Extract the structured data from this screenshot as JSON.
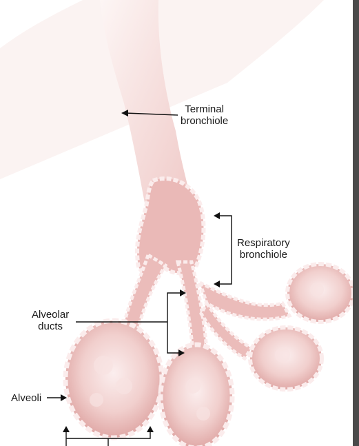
{
  "labels": {
    "terminal_bronchiole": "Terminal\nbronchiole",
    "respiratory_bronchiole": "Respiratory\nbronchiole",
    "alveolar_ducts": "Alveolar\nducts",
    "alveoli": "Alveoli"
  },
  "colors": {
    "tissue": "#f0c9c6",
    "tissue_dark": "#d99a98",
    "edge_light": "#faeceb",
    "frame": "#4a4a4a",
    "leader": "#111111"
  }
}
